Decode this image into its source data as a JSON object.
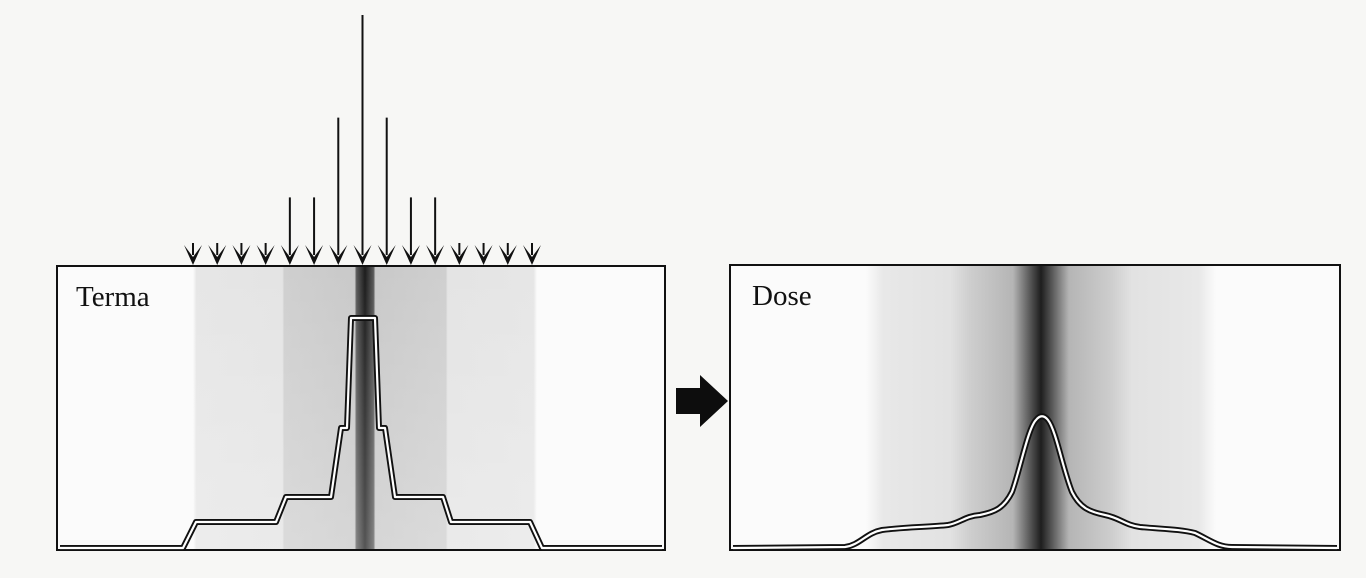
{
  "panels": {
    "terma": {
      "label": "Terma"
    },
    "dose": {
      "label": "Dose"
    }
  },
  "colors": {
    "ink": "#111111",
    "profile_fill": "#ffffff",
    "background": "#f7f7f5",
    "panel_bg": "#fbfbfb"
  },
  "icons": {
    "transition": "right-arrow-icon",
    "beamlet": "down-arrow-icon"
  },
  "beamlets": {
    "count": 15,
    "relative_weights": [
      0,
      0,
      0,
      0,
      0.2,
      0.2,
      0.55,
      1,
      0.55,
      0.2,
      0.2,
      0,
      0,
      0,
      0
    ]
  }
}
